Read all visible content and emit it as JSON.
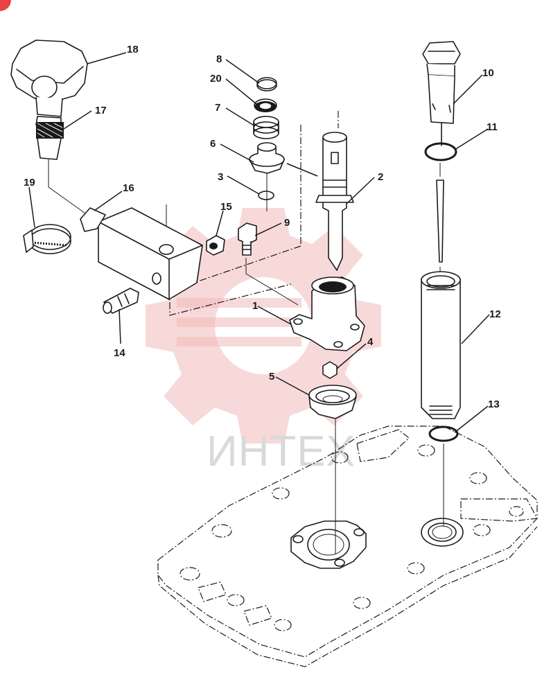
{
  "watermark": {
    "text": "ИНТЕХ"
  },
  "callouts": [
    {
      "id": "c1",
      "label": "1"
    },
    {
      "id": "c2",
      "label": "2"
    },
    {
      "id": "c3",
      "label": "3"
    },
    {
      "id": "c4",
      "label": "4"
    },
    {
      "id": "c5",
      "label": "5"
    },
    {
      "id": "c6",
      "label": "6"
    },
    {
      "id": "c7",
      "label": "7"
    },
    {
      "id": "c8",
      "label": "8"
    },
    {
      "id": "c9",
      "label": "9"
    },
    {
      "id": "c10",
      "label": "10"
    },
    {
      "id": "c11",
      "label": "11"
    },
    {
      "id": "c12",
      "label": "12"
    },
    {
      "id": "c13",
      "label": "13"
    },
    {
      "id": "c14",
      "label": "14"
    },
    {
      "id": "c15",
      "label": "15"
    },
    {
      "id": "c16",
      "label": "16"
    },
    {
      "id": "c17",
      "label": "17"
    },
    {
      "id": "c18",
      "label": "18"
    },
    {
      "id": "c19",
      "label": "19"
    },
    {
      "id": "c20",
      "label": "20"
    }
  ],
  "colors": {
    "line": "#1a1a1a",
    "watermark_gear": "#f3b9b9",
    "watermark_text": "#d9d9d9",
    "corner_badge": "#e8433f"
  }
}
